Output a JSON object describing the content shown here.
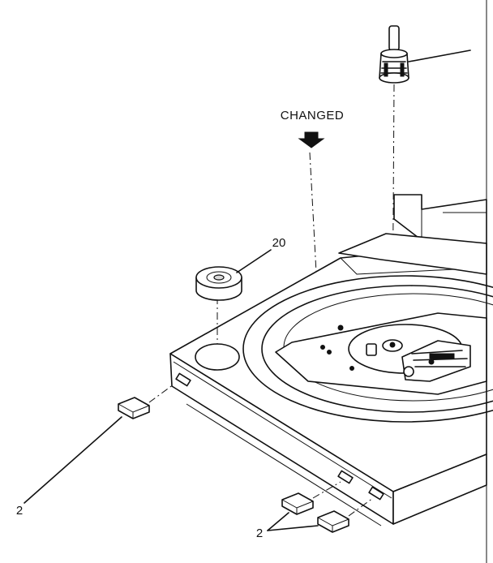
{
  "diagram": {
    "annotation": "CHANGED",
    "callouts": {
      "foot_cap": "20",
      "pad_left": "2",
      "pad_pair": "2"
    }
  },
  "colors": {
    "ink": "#111111",
    "paper": "#ffffff"
  }
}
